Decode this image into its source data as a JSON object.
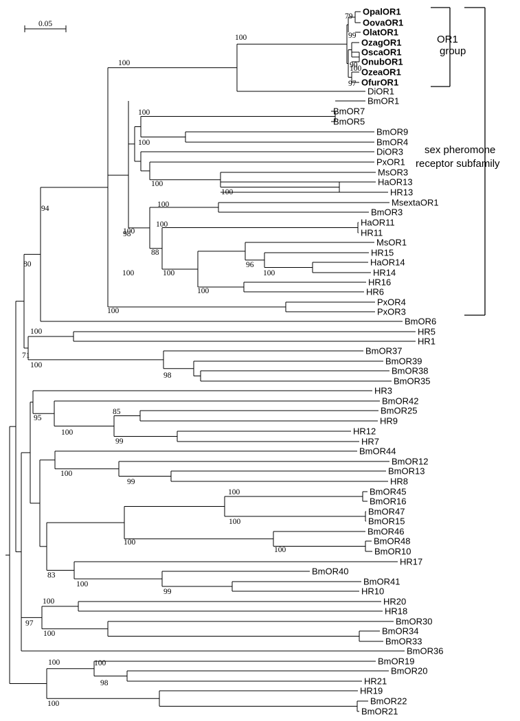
{
  "scale_bar": {
    "label": "0.05"
  },
  "annotations": {
    "or1_group": [
      "OR1",
      "group"
    ],
    "subfamily": [
      "sex pheromone",
      "receptor subfamily"
    ]
  },
  "leaves": [
    {
      "name": "OpalOR1",
      "bold": true
    },
    {
      "name": "OovaOR1",
      "bold": true
    },
    {
      "name": "OlatOR1",
      "bold": true
    },
    {
      "name": "OzagOR1",
      "bold": true
    },
    {
      "name": "OscaOR1",
      "bold": true
    },
    {
      "name": "OnubOR1",
      "bold": true
    },
    {
      "name": "OzeaOR1",
      "bold": true
    },
    {
      "name": "OfurOR1",
      "bold": true
    },
    {
      "name": "DiOR1"
    },
    {
      "name": "BmOR1"
    },
    {
      "name": "BmOR7"
    },
    {
      "name": "BmOR5"
    },
    {
      "name": "BmOR9"
    },
    {
      "name": "BmOR4"
    },
    {
      "name": "DiOR3"
    },
    {
      "name": "PxOR1"
    },
    {
      "name": "MsOR3"
    },
    {
      "name": "HaOR13"
    },
    {
      "name": "HR13"
    },
    {
      "name": "MsextaOR1"
    },
    {
      "name": "BmOR3"
    },
    {
      "name": "HaOR11"
    },
    {
      "name": "HR11"
    },
    {
      "name": "MsOR1"
    },
    {
      "name": "HR15"
    },
    {
      "name": "HaOR14"
    },
    {
      "name": "HR14"
    },
    {
      "name": "HR16"
    },
    {
      "name": "HR6"
    },
    {
      "name": "PxOR4"
    },
    {
      "name": "PxOR3"
    },
    {
      "name": "BmOR6"
    },
    {
      "name": "HR5"
    },
    {
      "name": "HR1"
    },
    {
      "name": "BmOR37"
    },
    {
      "name": "BmOR39"
    },
    {
      "name": "BmOR38"
    },
    {
      "name": "BmOR35"
    },
    {
      "name": "HR3"
    },
    {
      "name": "BmOR42"
    },
    {
      "name": "BmOR25"
    },
    {
      "name": "HR9"
    },
    {
      "name": "HR12"
    },
    {
      "name": "HR7"
    },
    {
      "name": "BmOR44"
    },
    {
      "name": "BmOR12"
    },
    {
      "name": "BmOR13"
    },
    {
      "name": "HR8"
    },
    {
      "name": "BmOR45"
    },
    {
      "name": "BmOR16"
    },
    {
      "name": "BmOR47"
    },
    {
      "name": "BmOR15"
    },
    {
      "name": "BmOR46"
    },
    {
      "name": "BmOR48"
    },
    {
      "name": "BmOR10"
    },
    {
      "name": "HR17"
    },
    {
      "name": "BmOR40"
    },
    {
      "name": "BmOR41"
    },
    {
      "name": "HR10"
    },
    {
      "name": "HR20"
    },
    {
      "name": "HR18"
    },
    {
      "name": "BmOR30"
    },
    {
      "name": "BmOR34"
    },
    {
      "name": "BmOR33"
    },
    {
      "name": "BmOR36"
    },
    {
      "name": "BmOR19"
    },
    {
      "name": "BmOR20"
    },
    {
      "name": "HR21"
    },
    {
      "name": "HR19"
    },
    {
      "name": "BmOR22"
    },
    {
      "name": "BmOR21"
    }
  ],
  "support_values": [
    "79",
    "99",
    "90",
    "100",
    "97",
    "100",
    "100",
    "100",
    "100",
    "100",
    "100",
    "100",
    "100",
    "100",
    "98",
    "100",
    "88",
    "100",
    "96",
    "100",
    "100",
    "100",
    "94",
    "80",
    "100",
    "71",
    "100",
    "98",
    "95",
    "85",
    "100",
    "99",
    "100",
    "99",
    "100",
    "100",
    "100",
    "100",
    "83",
    "100",
    "99",
    "100",
    "97",
    "100",
    "100",
    "100",
    "98",
    "100"
  ]
}
